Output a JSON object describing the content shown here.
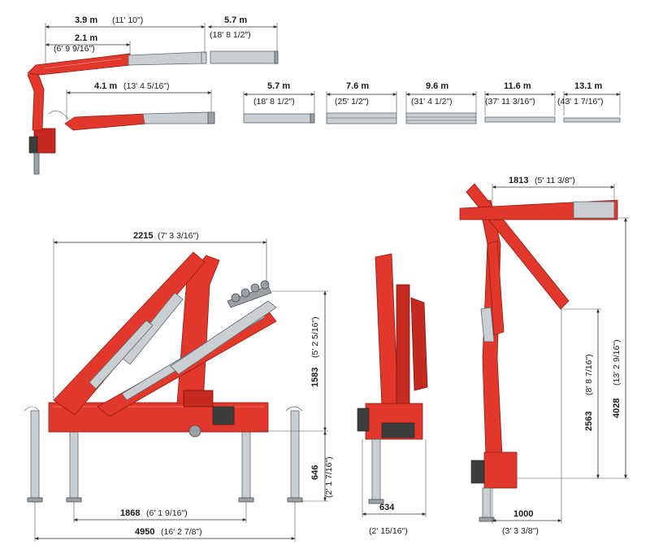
{
  "colors": {
    "crane_red": "#e2382b",
    "extension_grey": "#c9cfd3",
    "dimension_line": "#333333"
  },
  "top_dims": {
    "reach_39": {
      "value": "3.9 m",
      "imperial": "(11' 10\")"
    },
    "reach_21": {
      "value": "2.1 m",
      "imperial": "(6' 9 9/16\")"
    },
    "reach_57_top": {
      "value": "5.7 m",
      "imperial": "(18' 8 1/2\")"
    },
    "reach_41": {
      "value": "4.1 m",
      "imperial": "(13' 4 5/16\")"
    }
  },
  "extensions": [
    {
      "value": "5.7 m",
      "imperial": "(18' 8 1/2\")"
    },
    {
      "value": "7.6 m",
      "imperial": "(25' 1/2\")"
    },
    {
      "value": "9.6 m",
      "imperial": "(31' 4 1/2\")"
    },
    {
      "value": "11.6 m",
      "imperial": "(37' 11 3/16\")"
    },
    {
      "value": "13.1 m",
      "imperial": "(43' 1 7/16\")"
    }
  ],
  "side_dims": {
    "d2215": {
      "value": "2215",
      "imperial": "(7' 3 3/16\")"
    },
    "d1583": {
      "value": "1583",
      "imperial": "(5' 2 5/16\")"
    },
    "d646": {
      "value": "646",
      "imperial": "(2' 1 7/16\")"
    },
    "d1868": {
      "value": "1868",
      "imperial": "(6' 1 9/16\")"
    },
    "d4950": {
      "value": "4950",
      "imperial": "(16' 2 7/8\")"
    }
  },
  "front_dims": {
    "d634": {
      "value": "634",
      "imperial": "(2' 15/16\")"
    }
  },
  "raised_dims": {
    "d1813": {
      "value": "1813",
      "imperial": "(5' 11 3/8\")"
    },
    "d2563": {
      "value": "2563",
      "imperial": "(8' 8 7/16\")"
    },
    "d4028": {
      "value": "4028",
      "imperial": "(13' 2 9/16\")"
    },
    "d1000": {
      "value": "1000",
      "imperial": "(3' 3 3/8\")"
    }
  }
}
